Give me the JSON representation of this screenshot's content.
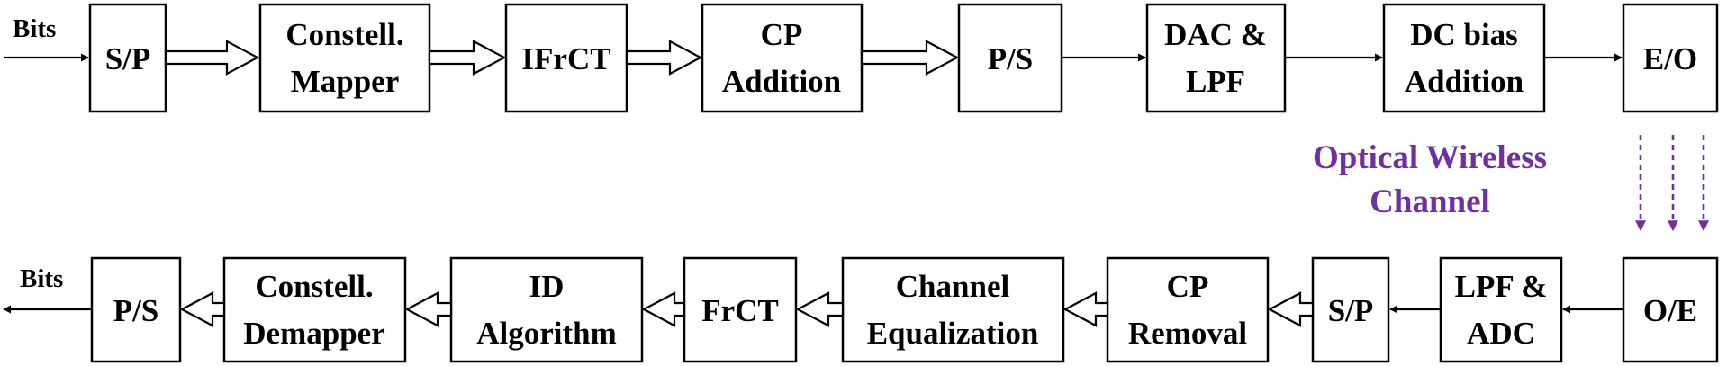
{
  "colors": {
    "channel": "#7030a0",
    "stroke": "#000000",
    "fill": "#ffffff"
  },
  "transmitter": {
    "input_label": "Bits",
    "blocks": [
      {
        "lines": [
          "S/P"
        ]
      },
      {
        "lines": [
          "Constell.",
          "Mapper"
        ]
      },
      {
        "lines": [
          "IFrCT"
        ]
      },
      {
        "lines": [
          "CP",
          "Addition"
        ]
      },
      {
        "lines": [
          "P/S"
        ]
      },
      {
        "lines": [
          "DAC &",
          "LPF"
        ]
      },
      {
        "lines": [
          "DC bias",
          "Addition"
        ]
      },
      {
        "lines": [
          "E/O"
        ]
      }
    ]
  },
  "channel": {
    "lines": [
      "Optical Wireless",
      "Channel"
    ]
  },
  "receiver": {
    "output_label": "Bits",
    "blocks": [
      {
        "lines": [
          "O/E"
        ]
      },
      {
        "lines": [
          "LPF &",
          "ADC"
        ]
      },
      {
        "lines": [
          "S/P"
        ]
      },
      {
        "lines": [
          "CP",
          "Removal"
        ]
      },
      {
        "lines": [
          "Channel",
          "Equalization"
        ]
      },
      {
        "lines": [
          "FrCT"
        ]
      },
      {
        "lines": [
          "ID",
          "Algorithm"
        ]
      },
      {
        "lines": [
          "Constell.",
          "Demapper"
        ]
      },
      {
        "lines": [
          "P/S"
        ]
      }
    ]
  }
}
